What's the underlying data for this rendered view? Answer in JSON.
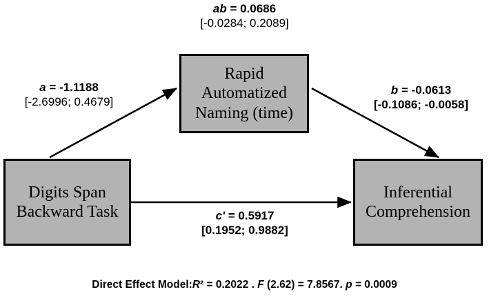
{
  "figure": {
    "type": "mediation-path-diagram",
    "background_color": "#ffffff",
    "box_fill_color": "#b3b3b3",
    "box_border_color": "#000000",
    "arrow_color": "#000000"
  },
  "nodes": {
    "predictor": {
      "name": "Digits Span Backward Task",
      "lines": [
        "Digits Span",
        "Backward Task"
      ]
    },
    "mediator": {
      "name": "Rapid Automatized Naming (time)",
      "lines": [
        "Rapid",
        "Automatized",
        "Naming (time)"
      ]
    },
    "outcome": {
      "name": "Inferential Comprehension",
      "lines": [
        "Inferential",
        "Comprehension"
      ]
    }
  },
  "paths": {
    "indirect_ab": {
      "symbol": "ab",
      "coefficient_text": "ab = 0.0686",
      "coefficient": 0.0686,
      "ci_text": "[-0.0284; 0.2089]",
      "ci_lower": -0.0284,
      "ci_upper": 0.2089,
      "ci_bold": false,
      "significant": false
    },
    "a": {
      "symbol": "a",
      "coefficient_text": "a = -1.1188",
      "coefficient": -1.1188,
      "ci_text": "[-2.6996; 0.4679]",
      "ci_lower": -2.6996,
      "ci_upper": 0.4679,
      "ci_bold": false,
      "significant": false
    },
    "b": {
      "symbol": "b",
      "coefficient_text": "b = -0.0613",
      "coefficient": -0.0613,
      "ci_text": "[-0.1086; -0.0058]",
      "ci_lower": -0.1086,
      "ci_upper": -0.0058,
      "ci_bold": true,
      "significant": true
    },
    "c_prime": {
      "symbol": "c'",
      "coefficient_text": "c' = 0.5917",
      "coefficient": 0.5917,
      "ci_text": "[0.1952; 0.9882]",
      "ci_lower": 0.1952,
      "ci_upper": 0.9882,
      "ci_bold": true,
      "significant": true
    }
  },
  "model_summary": {
    "label": "Direct Effect Model:",
    "r_squared_text": "R² = 0.2022 .",
    "r_squared": 0.2022,
    "f_text": "F (2.62) = 7.8567.",
    "f_value": 7.8567,
    "f_df": "(2.62)",
    "p_text": "p = 0.0009",
    "p_value": 0.0009,
    "full_text": "Direct Effect Model:R² = 0.2022 . F (2.62) = 7.8567.  p = 0.0009"
  }
}
